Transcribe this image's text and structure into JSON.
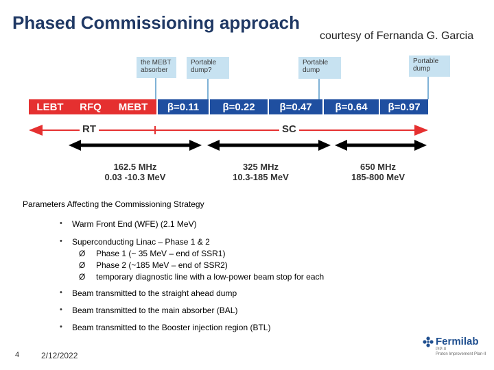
{
  "slide": {
    "title": "Phased Commissioning approach",
    "courtesy": "courtesy of Fernanda G. Garcia",
    "callouts": [
      {
        "line1": "the MEBT",
        "line2": "absorber"
      },
      {
        "line1": "Portable",
        "line2": "dump?"
      },
      {
        "line1": "Portable",
        "line2": "dump"
      },
      {
        "line1": "Portable",
        "line2": "dump"
      }
    ],
    "segments": [
      "LEBT",
      "RFQ",
      "MEBT",
      "β=0.11",
      "β=0.22",
      "β=0.47",
      "β=0.64",
      "β=0.97"
    ],
    "rt_label": "RT",
    "sc_label": "SC",
    "freq": [
      {
        "mhz": "162.5 MHz",
        "energy": "0.03 -10.3 MeV"
      },
      {
        "mhz": "325 MHz",
        "energy": "10.3-185 MeV"
      },
      {
        "mhz": "650 MHz",
        "energy": "185-800 MeV"
      }
    ],
    "params_heading": "Parameters Affecting the Commissioning Strategy",
    "bullets": [
      {
        "text": "Warm Front End (WFE) (2.1 MeV)"
      },
      {
        "text": "Superconducting Linac – Phase 1 & 2"
      },
      {
        "text": "Beam transmitted to the straight ahead dump"
      },
      {
        "text": "Beam transmitted to the main absorber (BAL)"
      },
      {
        "text": "Beam transmitted to the Booster injection region (BTL)"
      }
    ],
    "sub_bullets": [
      "Phase 1 (~ 35 MeV – end of SSR1)",
      "Phase 2 (~185 MeV – end of SSR2)",
      "temporary diagnostic line with a low-power beam stop for each"
    ],
    "bullet_char": "•",
    "sub_char": "Ø",
    "page_number": "4",
    "date": "2/12/2022",
    "logo": {
      "word": "Fermilab",
      "sub1": "PIP-II",
      "sub2": "Proton Improvement Plan-II"
    }
  },
  "colors": {
    "title": "#1f3864",
    "red_segment": "#e53030",
    "blue_segment": "#1f4fa0",
    "callout": "#c7e2f1",
    "rt_sc_line": "#e53030"
  }
}
